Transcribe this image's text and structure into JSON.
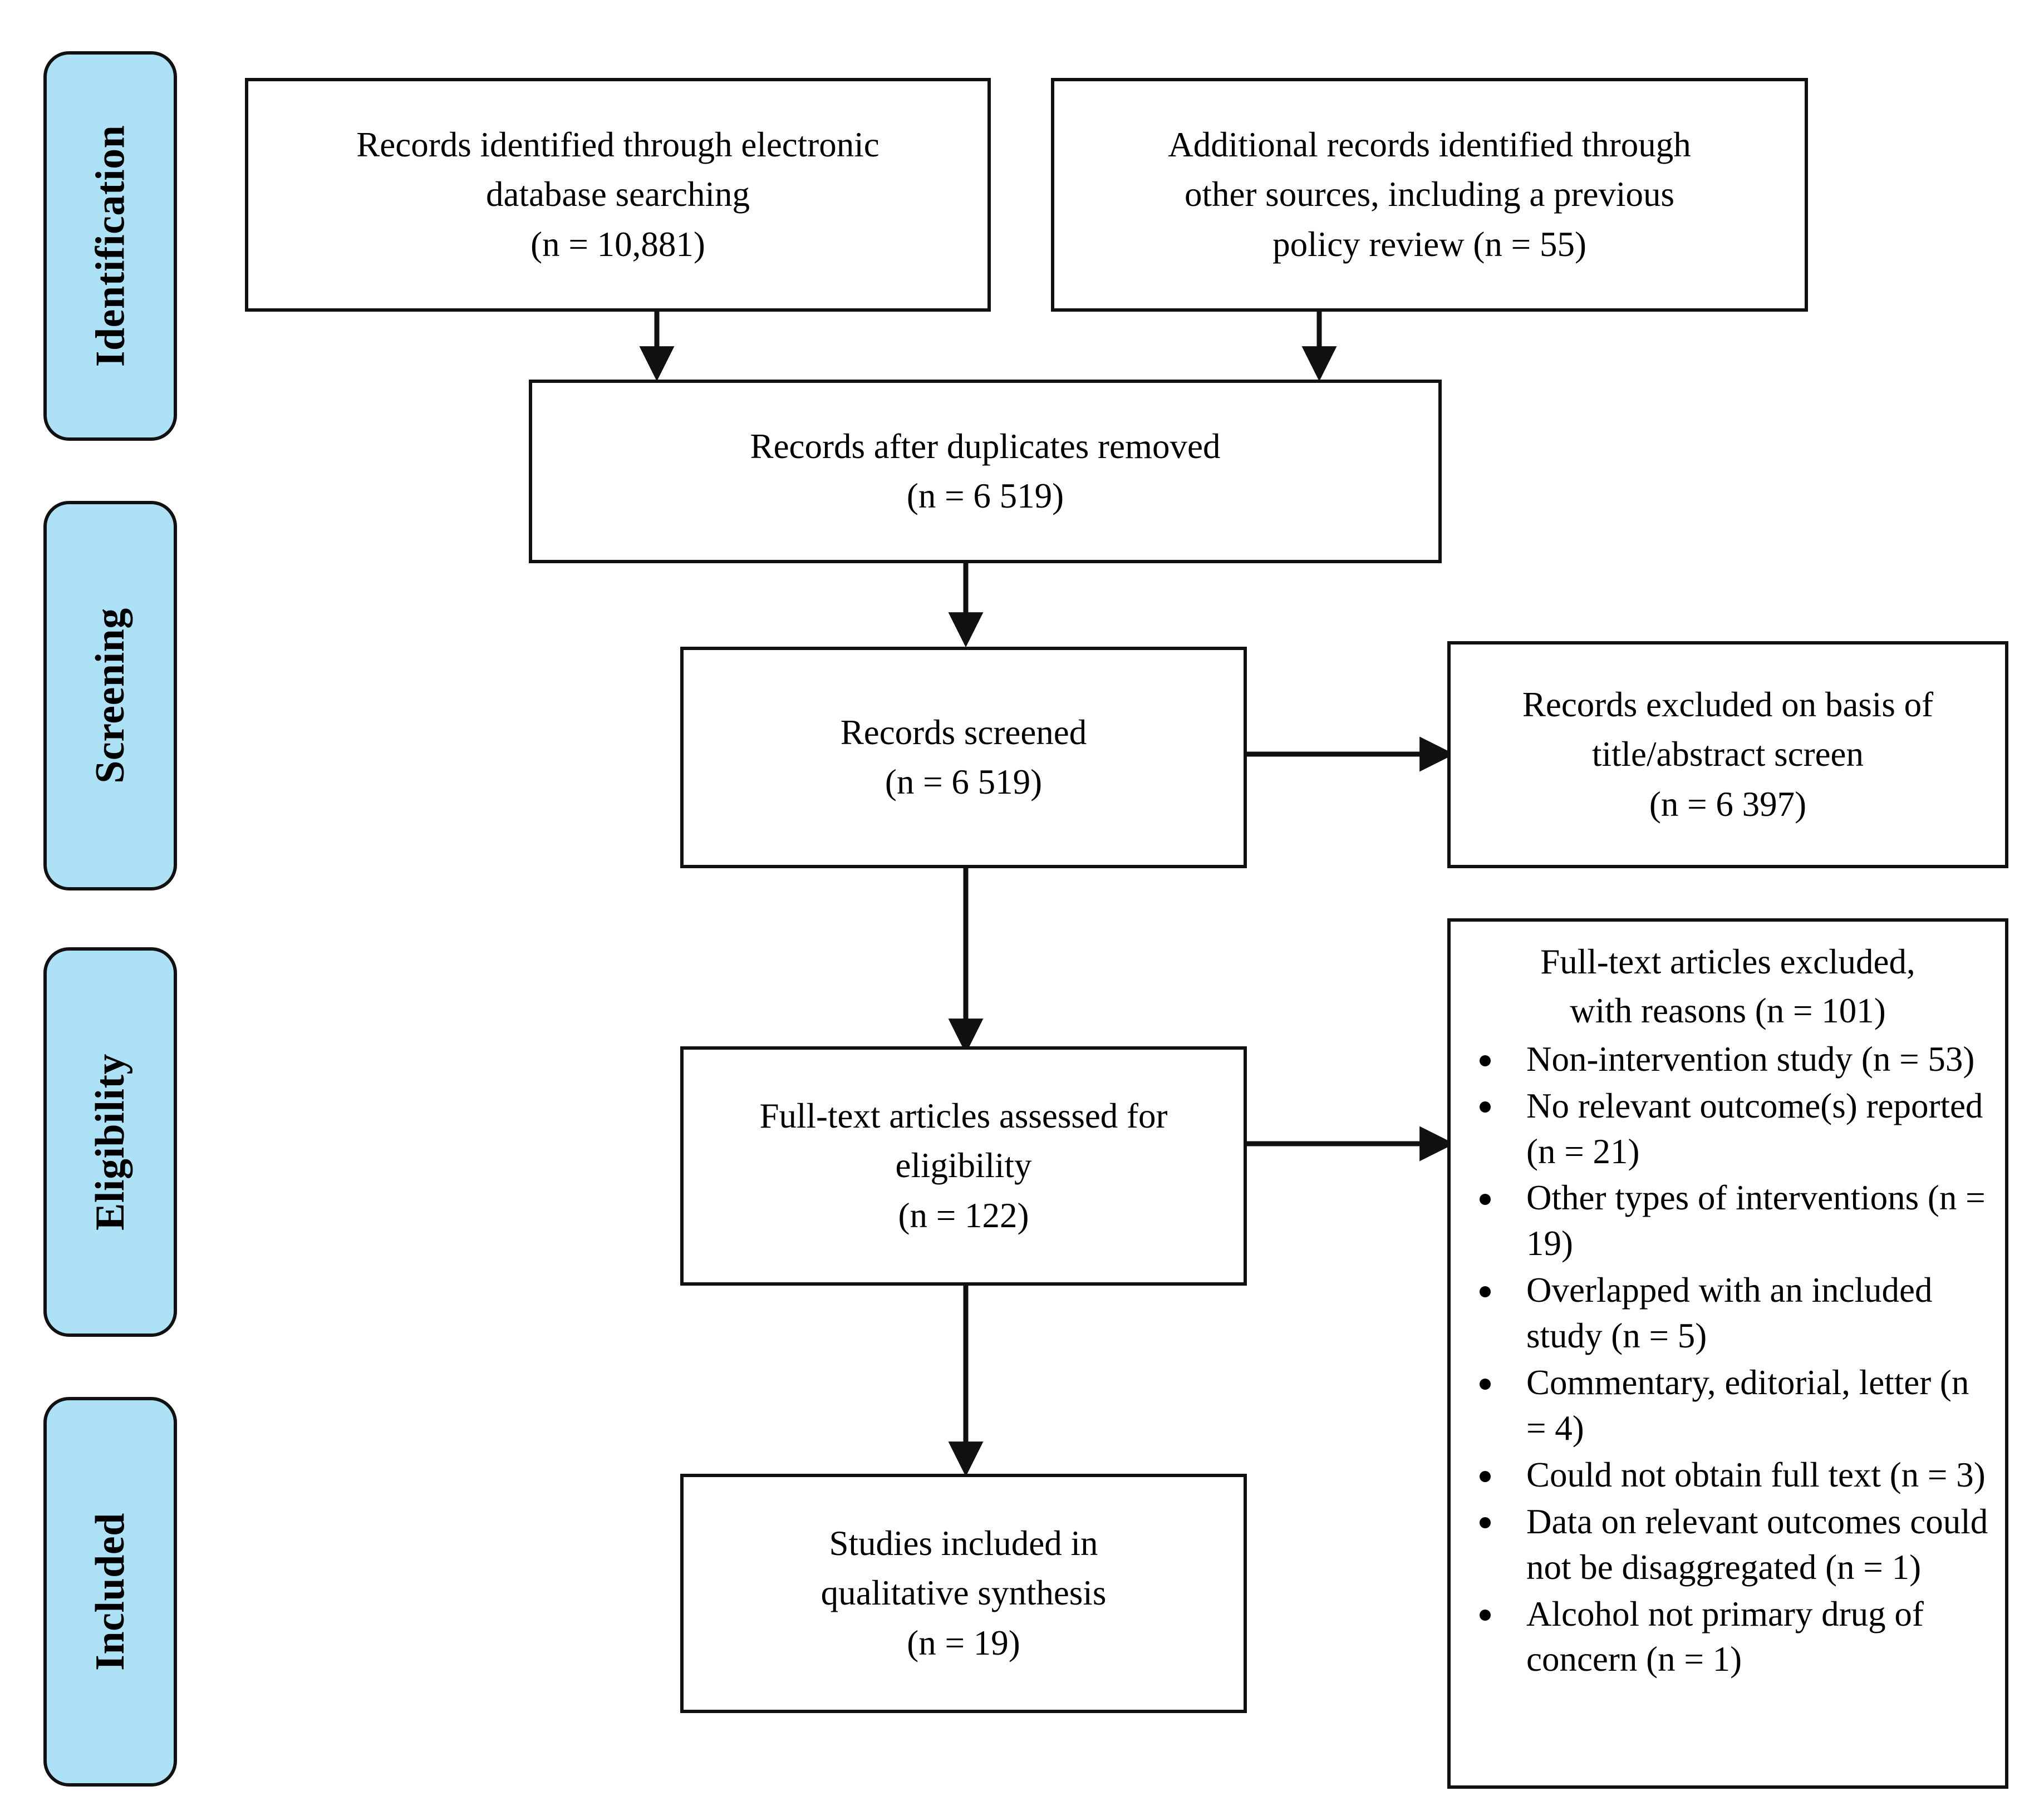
{
  "diagram": {
    "title": "PRISMA study selection flow diagram",
    "colors": {
      "stage_pill_bg": "#ADE1F5",
      "border": "#111111",
      "box_bg": "#FFFFFF",
      "text": "#000000"
    }
  },
  "stages": [
    {
      "id": "identification",
      "label": "Identification"
    },
    {
      "id": "screening",
      "label": "Screening"
    },
    {
      "id": "eligibility",
      "label": "Eligibility"
    },
    {
      "id": "included",
      "label": "Included"
    }
  ],
  "boxes": {
    "identified_electronic": {
      "lines": [
        "Records identified through electronic",
        "database searching",
        "(n = 10,881)"
      ]
    },
    "identified_other": {
      "lines": [
        "Additional records identified through",
        "other sources, including a previous",
        "policy review (n = 55)"
      ]
    },
    "after_duplicates": {
      "lines": [
        "Records after duplicates removed",
        "(n = 6 519)"
      ]
    },
    "records_screened": {
      "lines": [
        "Records screened",
        "(n = 6 519)"
      ]
    },
    "records_excluded": {
      "lines": [
        "Records excluded on basis of",
        "title/abstract screen",
        "(n = 6 397)"
      ]
    },
    "fulltext_assessed": {
      "lines": [
        "Full-text articles assessed for",
        "eligibility",
        "(n = 122)"
      ]
    },
    "studies_included": {
      "lines": [
        "Studies included in",
        "qualitative synthesis",
        "(n = 19)"
      ]
    },
    "fulltext_excluded": {
      "heading_lines": [
        "Full-text articles excluded,",
        "with reasons (n =  101)"
      ],
      "reasons": [
        "Non-intervention study (n = 53)",
        "No relevant outcome(s) reported (n = 21)",
        "Other types of interventions (n = 19)",
        "Overlapped with an included study (n = 5)",
        "Commentary, editorial, letter (n = 4)",
        "Could not obtain full text (n = 3)",
        "Data on relevant outcomes could not be disaggregated (n = 1)",
        "Alcohol not primary drug of concern (n = 1)"
      ]
    }
  }
}
